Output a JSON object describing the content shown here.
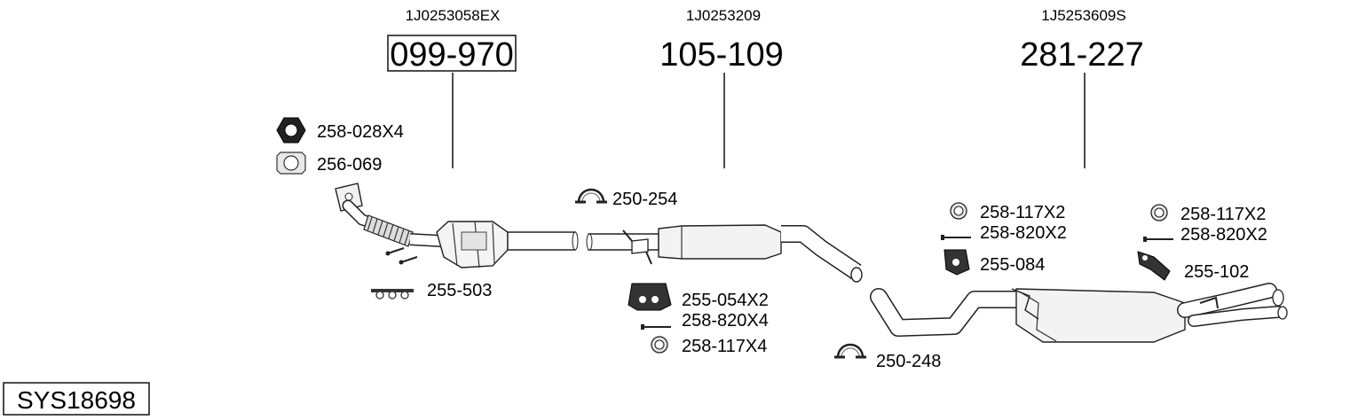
{
  "system_code": "SYS18698",
  "main_parts": [
    {
      "oem": "1J0253058EX",
      "number": "099-970",
      "boxed": true
    },
    {
      "oem": "1J0253209",
      "number": "105-109",
      "boxed": false
    },
    {
      "oem": "1J5253609S",
      "number": "281-227",
      "boxed": false
    }
  ],
  "accessories": {
    "nut": "258-028X4",
    "gasket_front": "256-069",
    "clamp_front": "250-254",
    "bracket_front": "255-503",
    "hanger_mid": "255-054X2",
    "bolt_mid": "258-820X4",
    "ring_mid": "258-117X4",
    "clamp_rear": "250-248",
    "ring_rear1": "258-117X2",
    "bolt_rear1": "258-820X2",
    "hanger_rear1": "255-084",
    "ring_rear2": "258-117X2",
    "bolt_rear2": "258-820X2",
    "hanger_rear2": "255-102"
  }
}
